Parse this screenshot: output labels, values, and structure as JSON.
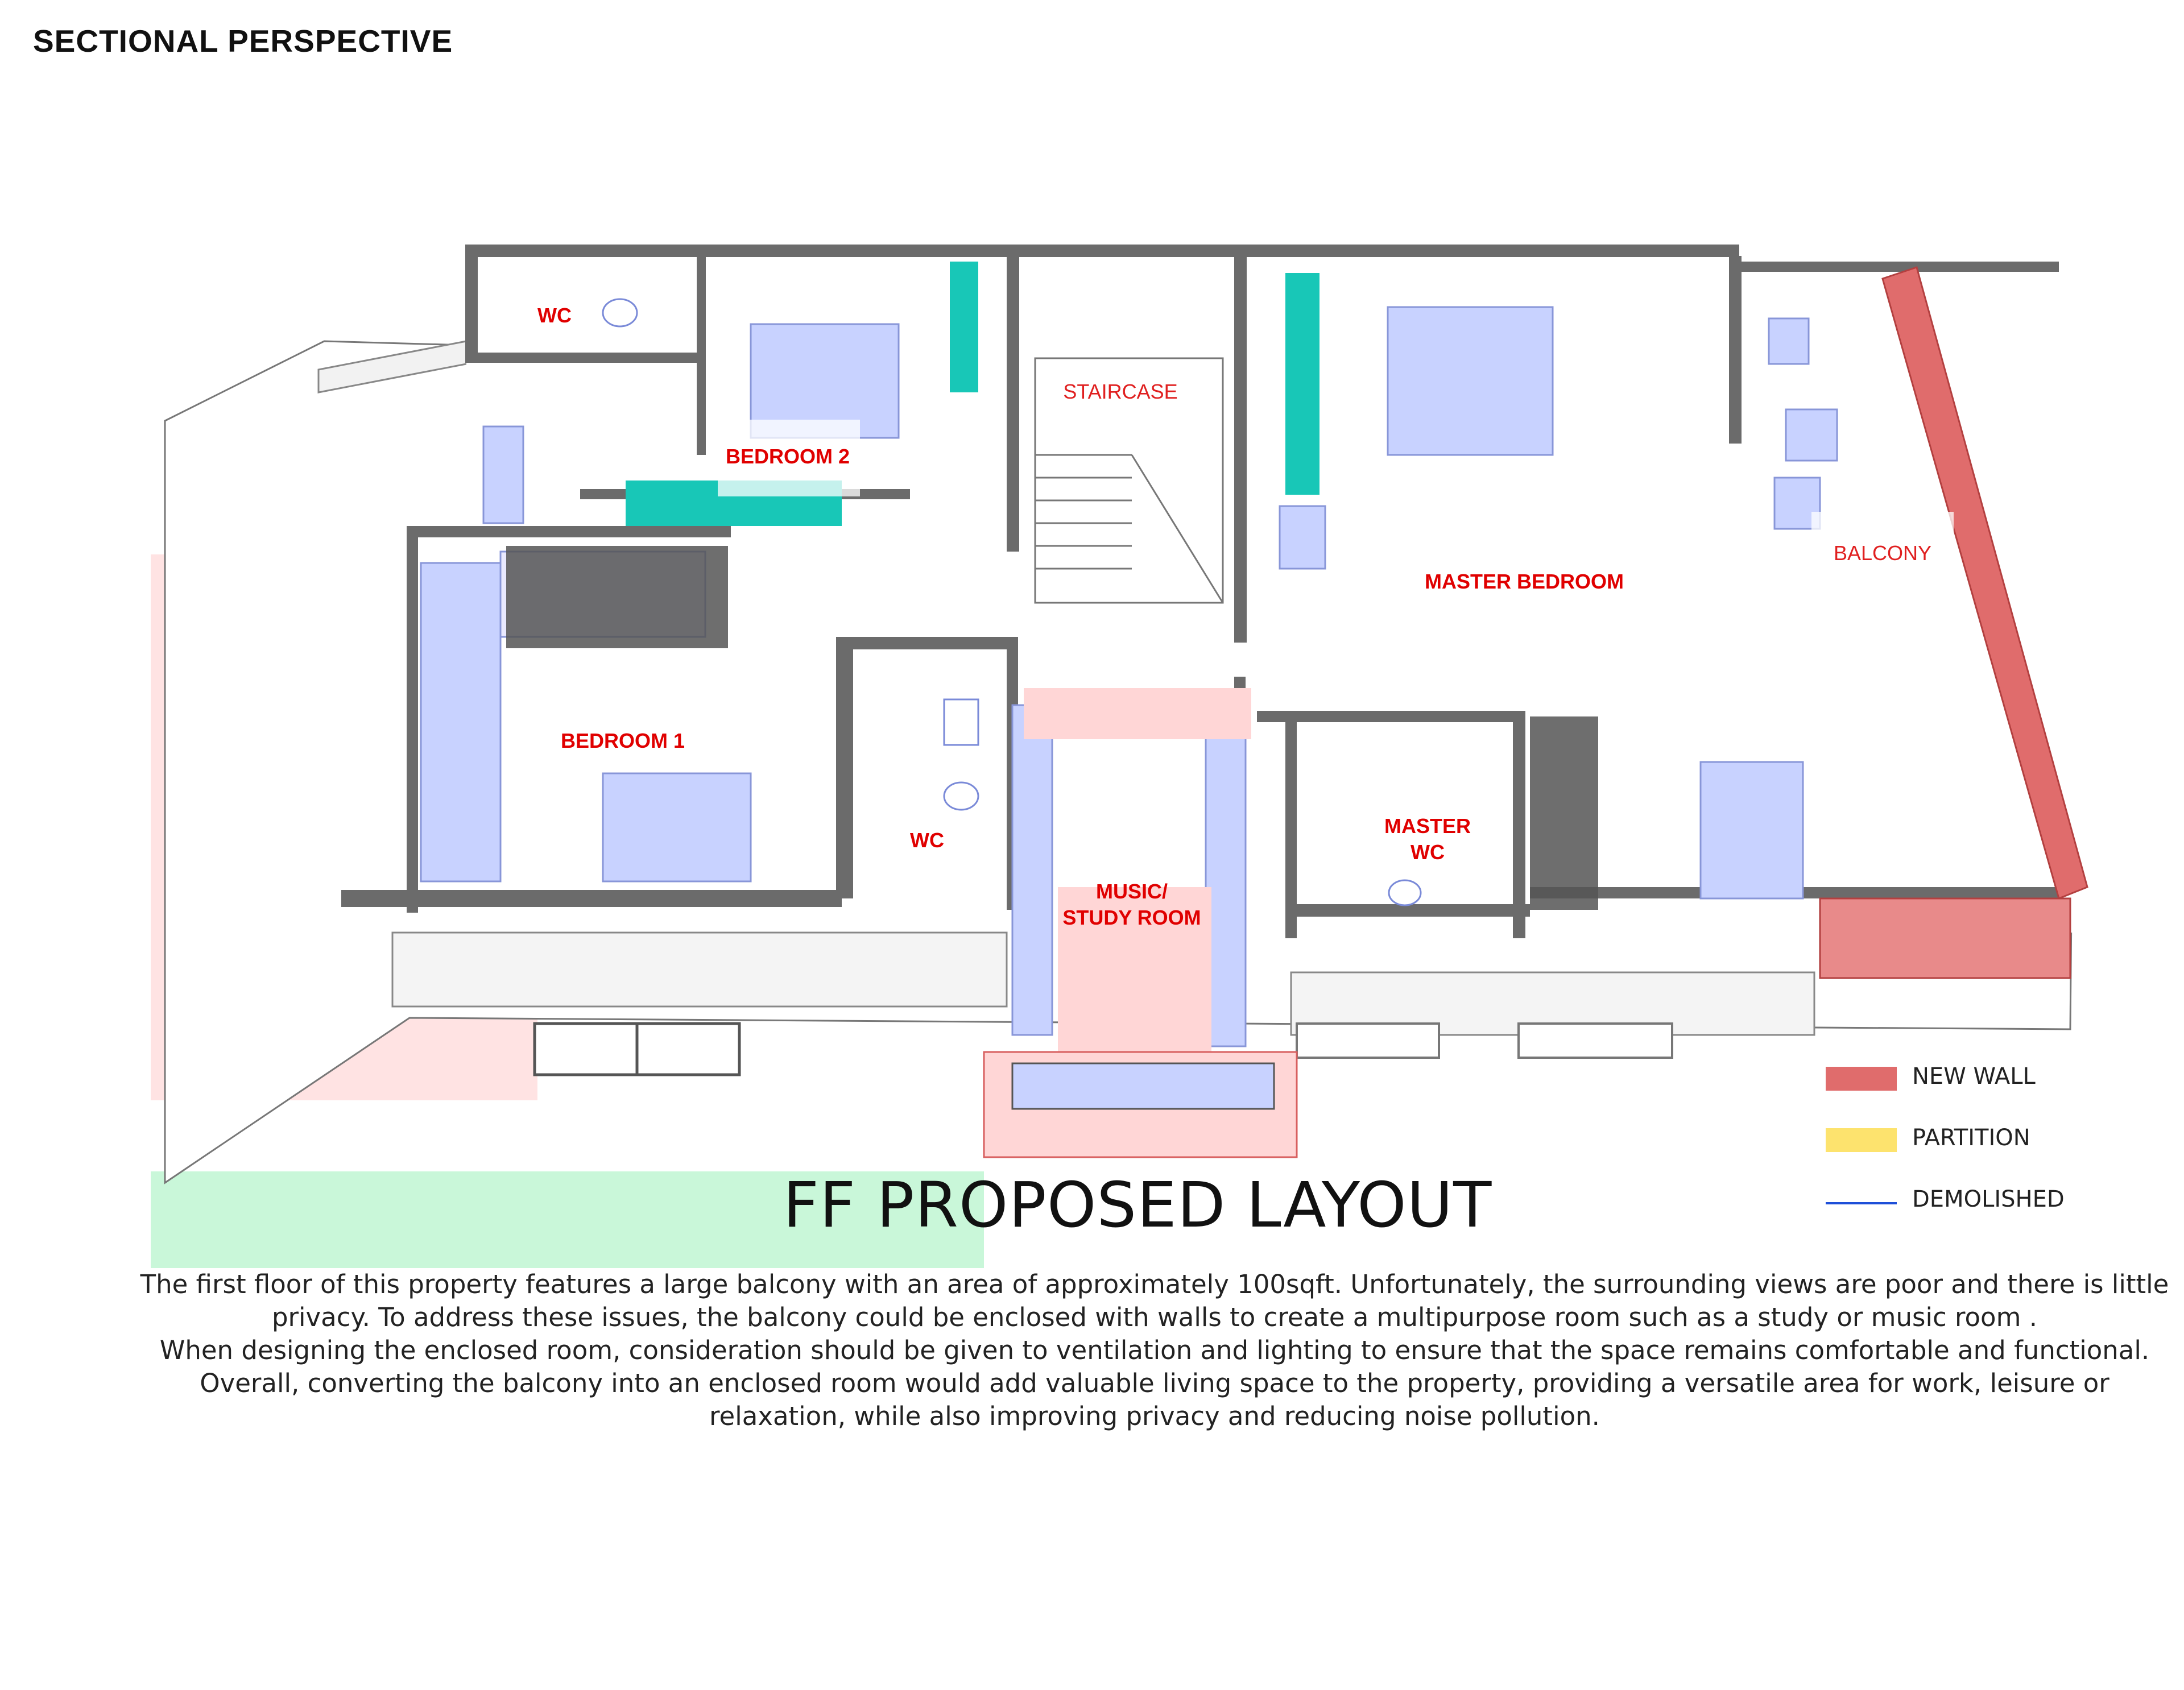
{
  "page": {
    "heading": "SECTIONAL PERSPECTIVE"
  },
  "rooms": {
    "wc_top": "WC",
    "bedroom2": "BEDROOM 2",
    "staircase": "STAIRCASE",
    "master_bedroom": "MASTER BEDROOM",
    "balcony": "BALCONY",
    "bedroom1": "BEDROOM 1",
    "wc_mid": "WC",
    "music_study": "MUSIC/\nSTUDY ROOM",
    "master_wc": "MASTER\nWC"
  },
  "legend": {
    "new_wall": {
      "label": "NEW WALL",
      "color": "#e06c6c"
    },
    "partition": {
      "label": "PARTITION",
      "color": "#fde36e"
    },
    "demolished": {
      "label": "DEMOLISHED",
      "color": "#1e4fd8"
    }
  },
  "title": "FF PROPOSED LAYOUT",
  "description": {
    "paragraph1": "The first floor of this property features a large balcony with an area of approximately 100sqft. Unfortunately, the surrounding views are poor and there is little privacy. To address these issues, the balcony could be enclosed with walls to create a multipurpose room such as a study or music room .",
    "paragraph2": "When designing the enclosed room, consideration should be given to ventilation and lighting to ensure that the space remains comfortable and functional. Overall, converting the balcony into an enclosed room would add valuable living space to the property, providing a versatile area for work, leisure or relaxation, while also improving privacy and reducing noise pollution."
  },
  "colors": {
    "wall": "#6b6b6b",
    "furniture": "#c8d2ff",
    "new_wall_fill": "#ffd6d6",
    "glass": "#18c7b7",
    "site_green": "#c9f7d9"
  }
}
